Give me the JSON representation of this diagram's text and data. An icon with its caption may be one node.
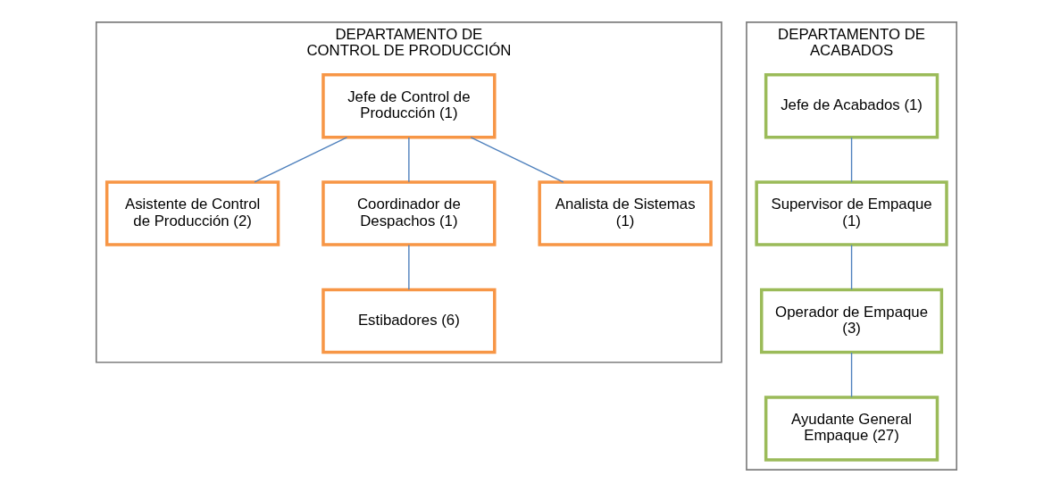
{
  "diagram": {
    "nodes": [
      {
        "text": [
          "DEPARTAMENTO DE CONTROL DE PRODUCCIÓN"
        ]
      },
      {
        "text": [
          "Jefe de Control de Producción (1)"
        ],
        "in": 0
      },
      {
        "text": [
          "Asistente de Control de Producción (2)"
        ],
        "in": 0
      },
      {
        "text": [
          "Coordinador de Despachos (1)"
        ],
        "in": 0
      },
      {
        "text": [
          "Analista de Sistemas (1)"
        ],
        "in": 0
      },
      {
        "text": [
          "Estibadores (6)"
        ],
        "in": 0
      },
      {
        "text": [
          "DEPARTAMENTO DE ACABADOS"
        ]
      },
      {
        "text": [
          "Jefe de Acabados (1)"
        ],
        "in": 6
      },
      {
        "text": [
          "Supervisor de Empaque (1)"
        ],
        "in": 6
      },
      {
        "text": [
          "Operador de Empaque (3)"
        ],
        "in": 6
      },
      {
        "text": [
          "Ayudante General Empaque (27)"
        ],
        "in": 6
      }
    ],
    "edges": [
      {
        "from": 1,
        "to": 2,
        "arrow": "none"
      },
      {
        "from": 1,
        "to": 3,
        "arrow": "none"
      },
      {
        "from": 1,
        "to": 4,
        "arrow": "none"
      },
      {
        "from": 3,
        "to": 5,
        "arrow": "none"
      },
      {
        "from": 7,
        "to": 8,
        "arrow": "none"
      },
      {
        "from": 8,
        "to": 9,
        "arrow": "none"
      },
      {
        "from": 9,
        "to": 10,
        "arrow": "none"
      }
    ]
  }
}
